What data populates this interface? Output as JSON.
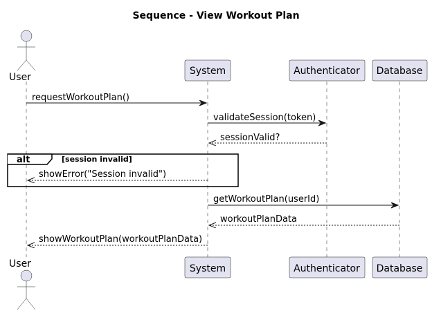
{
  "diagram": {
    "title": "Sequence - View Workout Plan",
    "participants": [
      {
        "id": "user",
        "label": "User",
        "kind": "actor"
      },
      {
        "id": "system",
        "label": "System",
        "kind": "participant"
      },
      {
        "id": "auth",
        "label": "Authenticator",
        "kind": "participant"
      },
      {
        "id": "db",
        "label": "Database",
        "kind": "participant"
      }
    ],
    "messages": [
      {
        "from": "user",
        "to": "system",
        "label": "requestWorkoutPlan()",
        "style": "solid"
      },
      {
        "from": "system",
        "to": "auth",
        "label": "validateSession(token)",
        "style": "solid"
      },
      {
        "from": "auth",
        "to": "system",
        "label": "sessionValid?",
        "style": "dashed"
      },
      {
        "from": "system",
        "to": "user",
        "label": "showError(\"Session invalid\")",
        "style": "dashed"
      },
      {
        "from": "system",
        "to": "db",
        "label": "getWorkoutPlan(userId)",
        "style": "solid"
      },
      {
        "from": "db",
        "to": "system",
        "label": "workoutPlanData",
        "style": "dashed"
      },
      {
        "from": "system",
        "to": "user",
        "label": "showWorkoutPlan(workoutPlanData)",
        "style": "dashed"
      }
    ],
    "alt_frame": {
      "operator": "alt",
      "guard": "[session invalid]"
    }
  }
}
